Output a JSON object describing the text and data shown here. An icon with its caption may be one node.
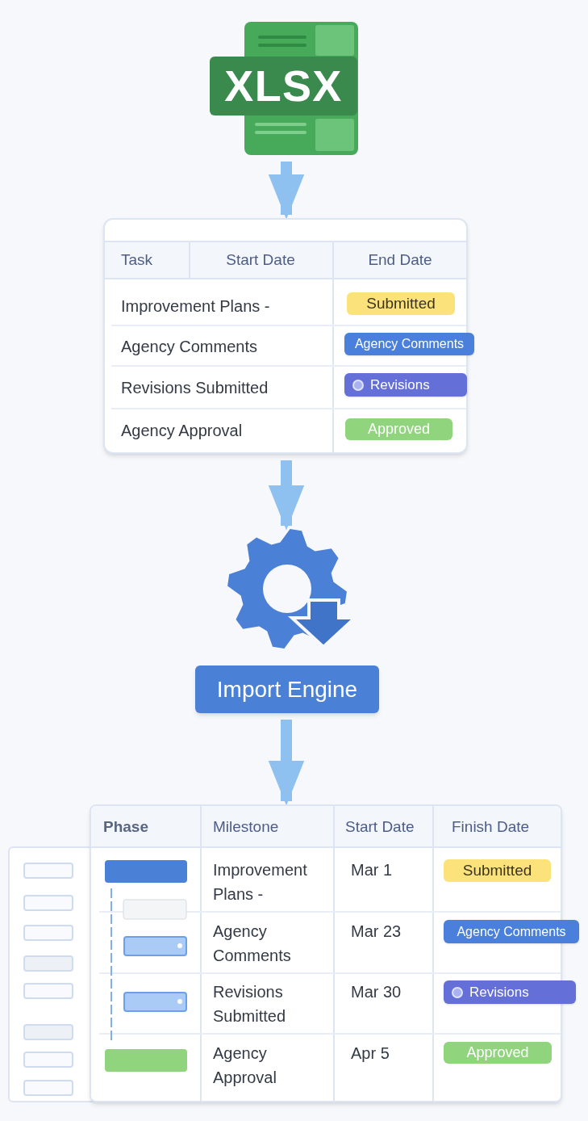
{
  "diagram": {
    "nodes": [
      {
        "text": [
          "XLSX"
        ]
      },
      {
        "text": [],
        "shape": "table"
      },
      {
        "text": [],
        "shape": "gear"
      },
      {
        "text": [
          "Import Engine"
        ]
      },
      {
        "text": [],
        "shape": "table"
      }
    ],
    "edges": [
      {
        "from": 0,
        "to": 1,
        "arrow": "to"
      },
      {
        "from": 1,
        "to": 2,
        "arrow": "to"
      },
      {
        "from": 3,
        "to": 4,
        "arrow": "to"
      }
    ],
    "labels": [
      "Task",
      "Start Date",
      "End Date",
      "Improvement Plans -",
      "Submitted",
      "Agency Comments",
      "Agency Comments",
      "Revisions Submitted",
      "Revisions",
      "Agency Approval",
      "Approved",
      "Phase",
      "Milestone",
      "Start Date",
      "Finish Date",
      "Improvement Plans -",
      "Mar 1",
      "Submitted",
      "Agency Comments",
      "Mar 23",
      "Agency Comments",
      "Revisions Submitted",
      "Mar 30",
      "Revisions",
      "Agency Approval",
      "Apr 5",
      "Approved"
    ]
  }
}
